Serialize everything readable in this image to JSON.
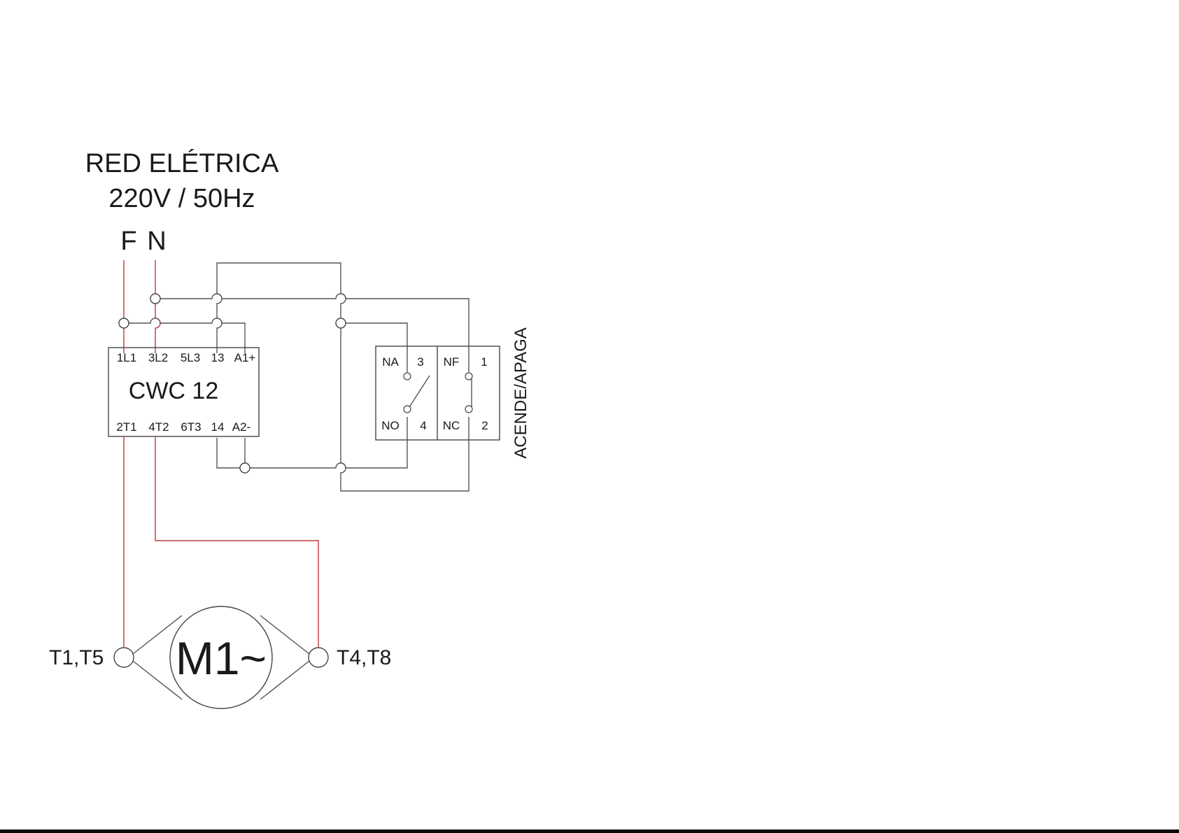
{
  "power_source": {
    "title_line1": "RED ELÉTRICA",
    "title_line2": "220V / 50Hz",
    "phase_label": "F",
    "neutral_label": "N"
  },
  "contactor": {
    "model": "CWC 12",
    "top_terminals": [
      "1L1",
      "3L2",
      "5L3",
      "13",
      "A1+"
    ],
    "bottom_terminals": [
      "2T1",
      "4T2",
      "6T3",
      "14",
      "A2-"
    ]
  },
  "switch": {
    "label": "ACENDE/APAGA",
    "left_top": [
      "NA",
      "3"
    ],
    "right_top": [
      "NF",
      "1"
    ],
    "left_bottom": [
      "NO",
      "4"
    ],
    "right_bottom": [
      "NC",
      "2"
    ]
  },
  "motor": {
    "label": "M1~",
    "left_terminal": "T1,T5",
    "right_terminal": "T4,T8"
  },
  "colors": {
    "wire": "#555555",
    "live_wire": "#c0393b",
    "outline": "#444444"
  }
}
